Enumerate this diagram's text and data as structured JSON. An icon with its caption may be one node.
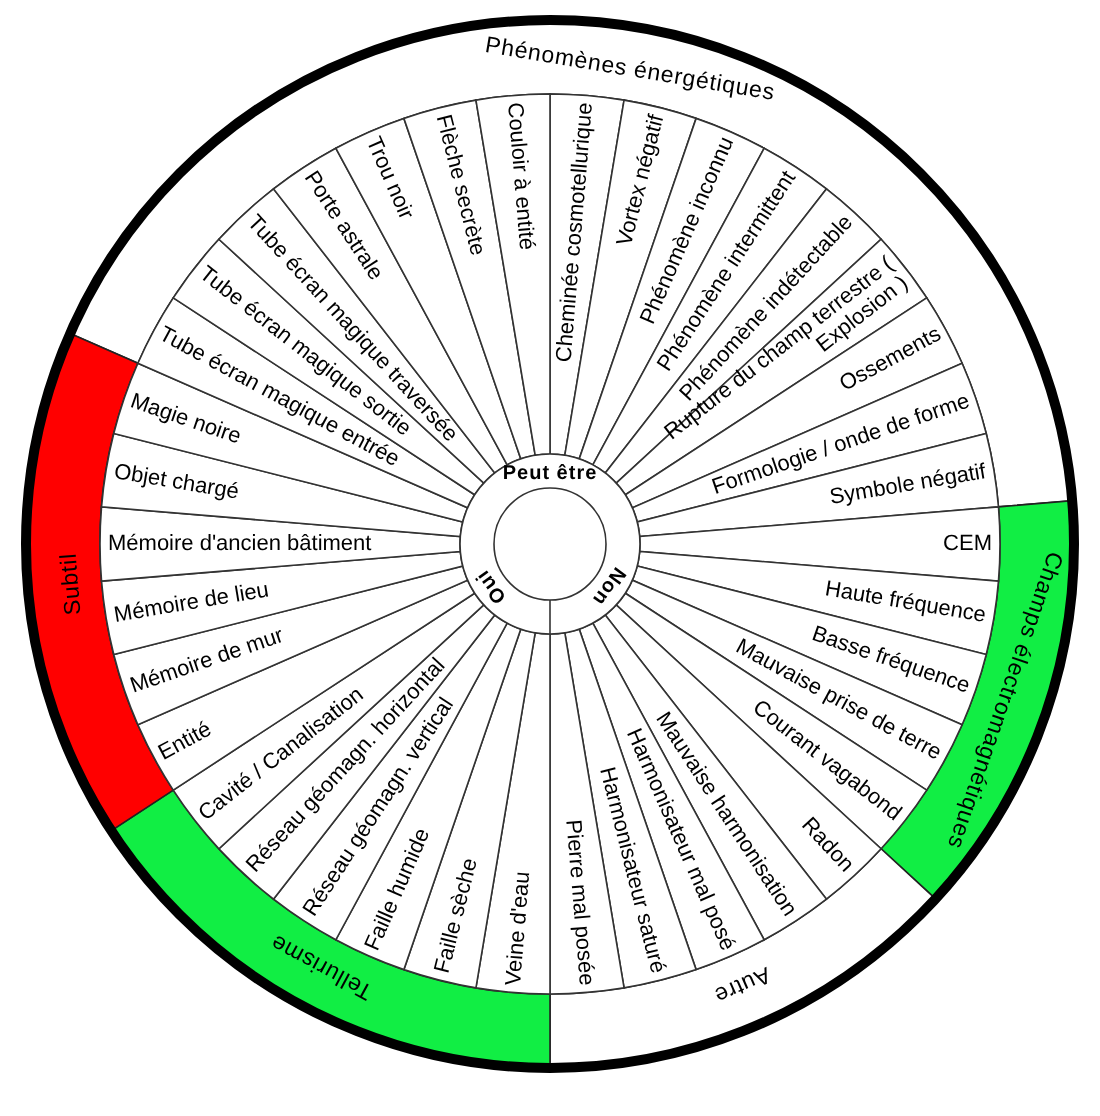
{
  "diagram": {
    "nodes": [
      {
        "text": [
          "Phénomènes énergétiques"
        ]
      },
      {
        "text": [
          "Champs électromagnétiques"
        ]
      },
      {
        "text": [
          "Autre"
        ]
      },
      {
        "text": [
          "Tellurisme"
        ]
      },
      {
        "text": [
          "Subtil"
        ]
      },
      {
        "text": [
          "Cheminée cosmotellurique"
        ]
      },
      {
        "text": [
          "Vortex négatif"
        ]
      },
      {
        "text": [
          "Phénomène inconnu"
        ]
      },
      {
        "text": [
          "Phénomène intermittent"
        ]
      },
      {
        "text": [
          "Phénomène indétectable"
        ]
      },
      {
        "text": [
          "Rupture du champ terrestre ( Explosion )"
        ]
      },
      {
        "text": [
          "Ossements"
        ]
      },
      {
        "text": [
          "Formologie / onde de forme"
        ]
      },
      {
        "text": [
          "Symbole négatif"
        ]
      },
      {
        "text": [
          "CEM"
        ]
      },
      {
        "text": [
          "Haute fréquence"
        ]
      },
      {
        "text": [
          "Basse fréquence"
        ]
      },
      {
        "text": [
          "Mauvaise prise de terre"
        ]
      },
      {
        "text": [
          "Courant vagabond"
        ]
      },
      {
        "text": [
          "Radon"
        ]
      },
      {
        "text": [
          "Mauvaise harmonisation"
        ]
      },
      {
        "text": [
          "Harmonisateur mal posé"
        ]
      },
      {
        "text": [
          "Harmonisateur saturé"
        ]
      },
      {
        "text": [
          "Pierre mal posée"
        ]
      },
      {
        "text": [
          "Veine d'eau"
        ]
      },
      {
        "text": [
          "Faille sèche"
        ]
      },
      {
        "text": [
          "Faille humide"
        ]
      },
      {
        "text": [
          "Réseau géomagn. vertical"
        ]
      },
      {
        "text": [
          "Réseau géomagn. horizontal"
        ]
      },
      {
        "text": [
          "Cavité / Canalisation"
        ]
      },
      {
        "text": [
          "Entité"
        ]
      },
      {
        "text": [
          "Mémoire de mur"
        ]
      },
      {
        "text": [
          "Mémoire de lieu"
        ]
      },
      {
        "text": [
          "Mémoire d'ancien bâtiment"
        ]
      },
      {
        "text": [
          "Objet chargé"
        ]
      },
      {
        "text": [
          "Magie noire"
        ]
      },
      {
        "text": [
          "Tube écran magique entrée"
        ]
      },
      {
        "text": [
          "Tube écran magique sortie"
        ]
      },
      {
        "text": [
          "Tube écran magique traversée"
        ]
      },
      {
        "text": [
          "Porte astrale"
        ]
      },
      {
        "text": [
          "Trou noir"
        ]
      },
      {
        "text": [
          "Flèche secrète"
        ]
      },
      {
        "text": [
          "Couloir à entité"
        ]
      }
    ],
    "labels": [
      "Peut être",
      "Oui",
      "Non"
    ]
  }
}
